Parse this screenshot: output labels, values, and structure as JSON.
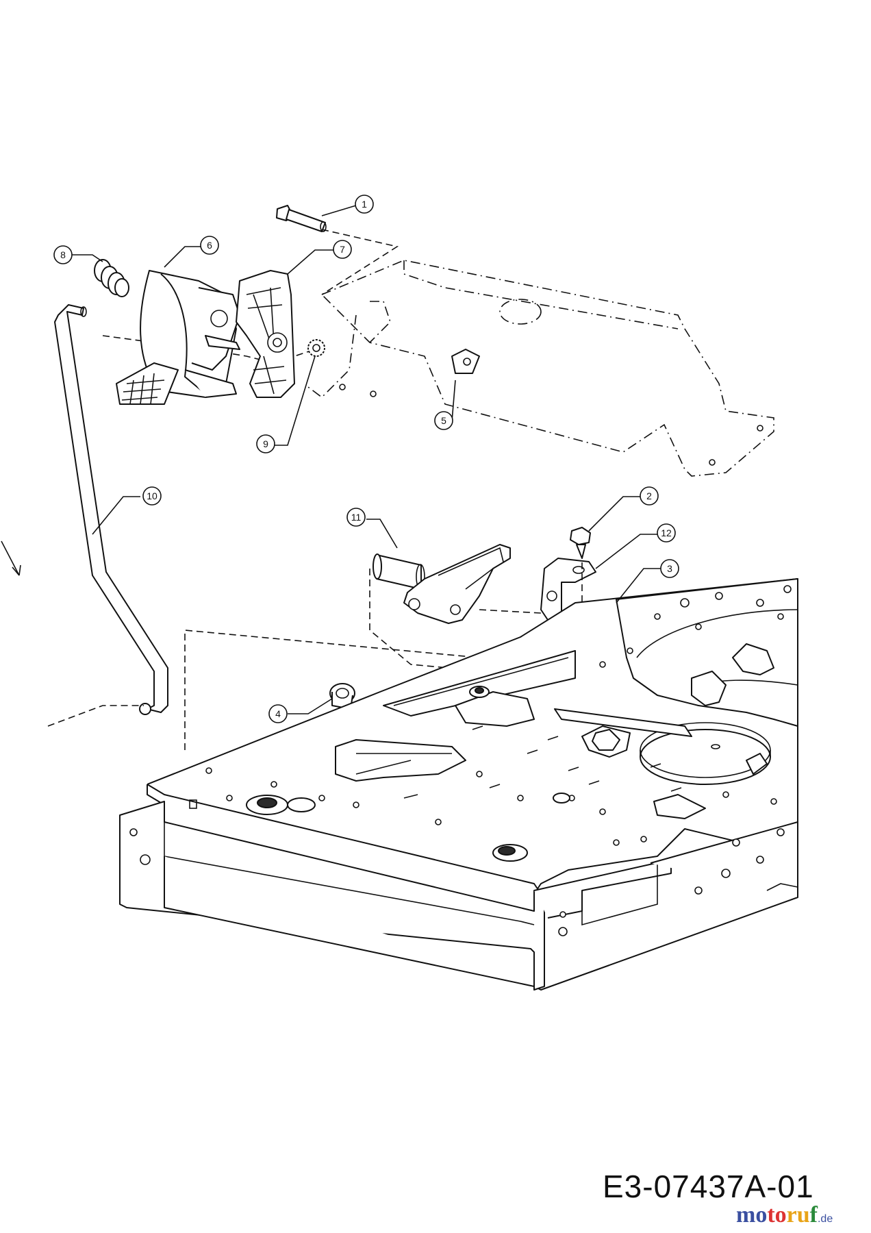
{
  "drawing": {
    "number": "E3-07437A-01"
  },
  "logo": {
    "text": "motoruf",
    "parts": [
      "mo",
      "to",
      "ru",
      "f"
    ],
    "tld": ".de",
    "colors": [
      "#3a4fa0",
      "#d33333",
      "#e8a317",
      "#2a8a3a"
    ]
  },
  "callouts": [
    {
      "id": "1",
      "label": "1"
    },
    {
      "id": "2",
      "label": "2"
    },
    {
      "id": "3",
      "label": "3"
    },
    {
      "id": "4",
      "label": "4"
    },
    {
      "id": "5",
      "label": "5"
    },
    {
      "id": "6",
      "label": "6"
    },
    {
      "id": "7",
      "label": "7"
    },
    {
      "id": "8",
      "label": "8"
    },
    {
      "id": "9",
      "label": "9"
    },
    {
      "id": "10",
      "label": "10"
    },
    {
      "id": "11",
      "label": "11"
    },
    {
      "id": "12",
      "label": "12"
    }
  ]
}
